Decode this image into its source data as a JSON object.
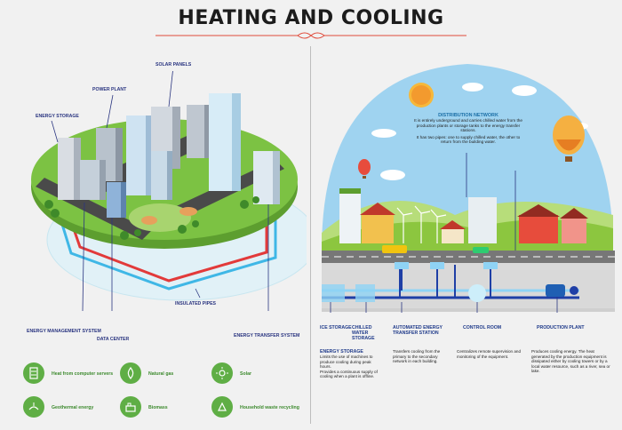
{
  "title": "HEATING AND COOLING",
  "left": {
    "labels": {
      "solar_panels": "SOLAR PANELS",
      "power_plant": "POWER PLANT",
      "energy_storage": "ENERGY STORAGE",
      "insulated_pipes": "INSULATED PIPES",
      "energy_management_system": "ENERGY MANAGEMENT SYSTEM",
      "data_center": "DATA CENTER",
      "energy_transfer_system": "ENERGY TRANSFER SYSTEM"
    },
    "legend": [
      {
        "label": "Heat from computer servers",
        "icon": "server-icon"
      },
      {
        "label": "Natural gas",
        "icon": "gas-flame-icon"
      },
      {
        "label": "Solar",
        "icon": "sun-icon"
      },
      {
        "label": "Geothermal energy",
        "icon": "geothermal-icon"
      },
      {
        "label": "Biomass",
        "icon": "biomass-icon"
      },
      {
        "label": "Household waste recycling",
        "icon": "recycling-icon"
      }
    ],
    "colors": {
      "accent_green": "#5fae45",
      "island_green": "#7cc243",
      "pipe_red": "#e23a3a",
      "pipe_blue": "#3fb7e6"
    }
  },
  "right": {
    "distribution_network": {
      "title": "DISTRIBUTION NETWORK",
      "text1": "It is entirely underground and carries chilled water from the production plants or storage tanks to the energy transfer stations.",
      "text2": "It has two pipes: one to supply chilled water, the other to return from the building water."
    },
    "captions": {
      "ice_storage": "ICE STORAGE",
      "chilled_water_storage": "CHILLED WATER STORAGE",
      "automated_energy_transfer_station": "AUTOMATED ENERGY TRANSFER STATION",
      "control_room": "CONTROL ROOM",
      "production_plant": "PRODUCTION PLANT"
    },
    "descriptions": {
      "energy_storage_title": "ENERGY STORAGE",
      "energy_storage_line1": "Limits the use of machines to produce cooling during peak hours.",
      "energy_storage_line2": "Provides a continuous supply of cooling when a plant is offline.",
      "transfer_station": "Transfers cooling from the primary to the secondary network in each building.",
      "control_room": "Centralizes remote supervision and monitoring of the equipment.",
      "production_plant": "Produces cooling energy. The heat generated by the production equipment is dissipated either by cooling towers or by a local water resource, such as a river, sea or lake."
    },
    "colors": {
      "sky": "#9fd3f0",
      "hill_green": "#8cc63f",
      "pipe_dark_blue": "#1f3fa6",
      "pipe_light_blue": "#8fd3f5"
    }
  }
}
